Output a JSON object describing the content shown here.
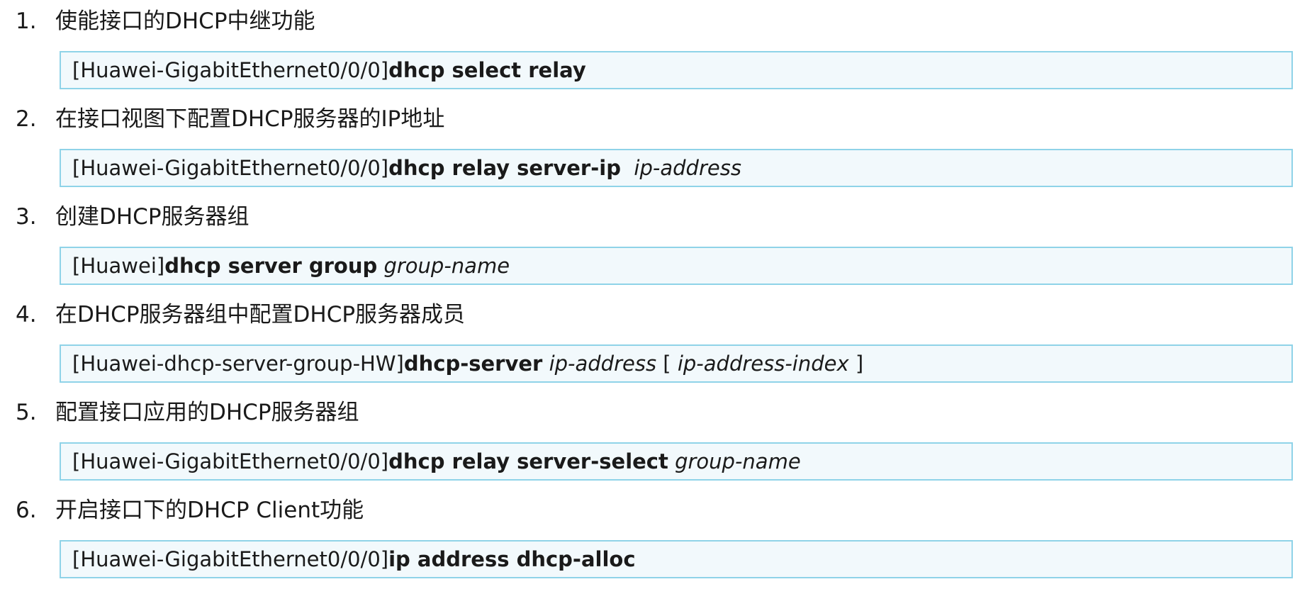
{
  "steps": [
    {
      "number": "1.",
      "title": "使能接口的DHCP中继功能",
      "prompt": "[Huawei-GigabitEthernet0/0/0]",
      "keyword": "dhcp select relay",
      "parts": []
    },
    {
      "number": "2.",
      "title": "在接口视图下配置DHCP服务器的IP地址",
      "prompt": "[Huawei-GigabitEthernet0/0/0]",
      "keyword": "dhcp relay server-ip",
      "parts": [
        {
          "style": "plain",
          "text": "  "
        },
        {
          "style": "arg",
          "text": "ip-address"
        }
      ]
    },
    {
      "number": "3.",
      "title": "创建DHCP服务器组",
      "prompt": "[Huawei]",
      "keyword": "dhcp server group",
      "parts": [
        {
          "style": "plain",
          "text": " "
        },
        {
          "style": "arg",
          "text": "group-name"
        }
      ]
    },
    {
      "number": "4.",
      "title": "在DHCP服务器组中配置DHCP服务器成员",
      "prompt": "[Huawei-dhcp-server-group-HW]",
      "keyword": "dhcp-server",
      "parts": [
        {
          "style": "plain",
          "text": " "
        },
        {
          "style": "arg",
          "text": "ip-address"
        },
        {
          "style": "plain",
          "text": " [ "
        },
        {
          "style": "arg",
          "text": "ip-address-index"
        },
        {
          "style": "plain",
          "text": " ]"
        }
      ]
    },
    {
      "number": "5.",
      "title": "配置接口应用的DHCP服务器组",
      "prompt": "[Huawei-GigabitEthernet0/0/0]",
      "keyword": "dhcp relay server-select",
      "parts": [
        {
          "style": "plain",
          "text": " "
        },
        {
          "style": "arg",
          "text": "group-name"
        }
      ]
    },
    {
      "number": "6.",
      "title": "开启接口下的DHCP Client功能",
      "prompt": "[Huawei-GigabitEthernet0/0/0]",
      "keyword": "ip address dhcp-alloc",
      "parts": []
    }
  ],
  "colors": {
    "command_box_background": "#f2f9fc",
    "command_box_border": "#8fd3e8",
    "text": "#1a1a1a"
  }
}
